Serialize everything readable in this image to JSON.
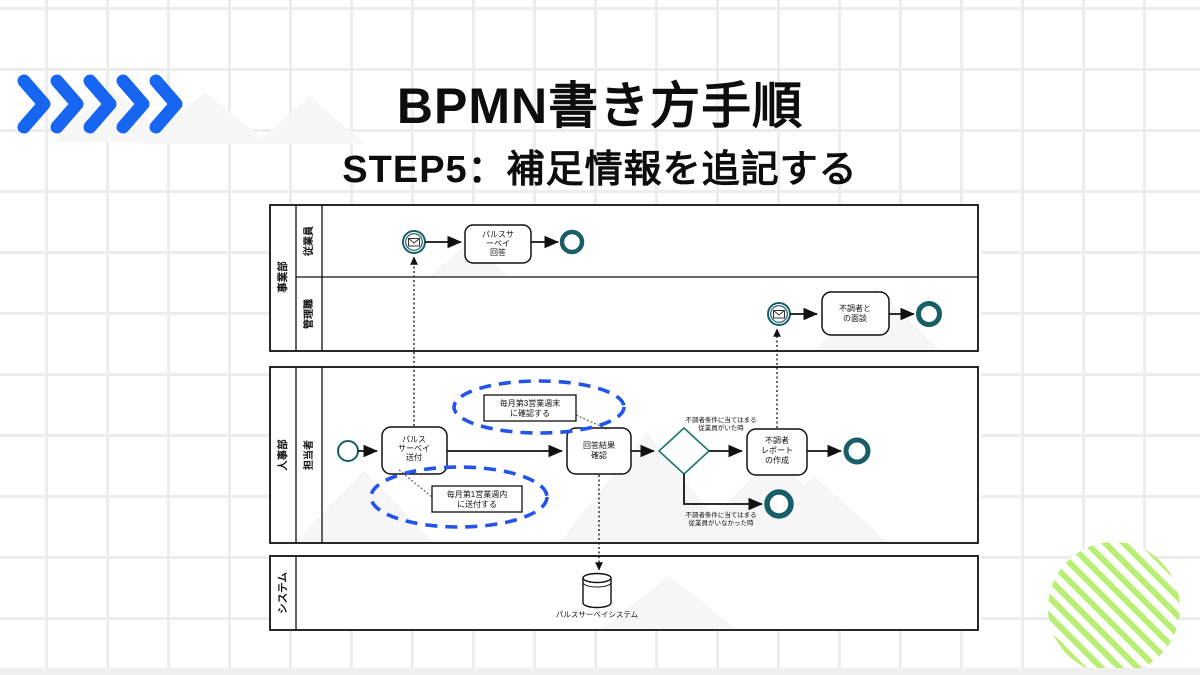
{
  "slide": {
    "title": "BPMN書き方手順",
    "subtitle": "STEP5：補足情報を追記する"
  },
  "colors": {
    "accent_blue": "#1766f2",
    "annotation_blue": "#2353ea",
    "event_teal": "#175e66",
    "gateway_teal": "#1d7570",
    "lime_green": "#b9ef75",
    "grid_line": "#ededed"
  },
  "icons": {
    "chevron": "chevron-right-icon",
    "message_event": "envelope-icon",
    "datastore": "database-cylinder-icon"
  },
  "diagram": {
    "pools": [
      {
        "label": "事業部",
        "lanes": [
          {
            "label": "従業員"
          },
          {
            "label": "管理職"
          }
        ]
      },
      {
        "label": "人事部",
        "lanes": [
          {
            "label": "担当者"
          }
        ]
      },
      {
        "label": "システム",
        "lanes": []
      }
    ],
    "nodes": {
      "task_answer": {
        "lines": [
          "パルスサ",
          "ーベイ",
          "回答"
        ]
      },
      "task_mendan": {
        "lines": [
          "不調者と",
          "の面談"
        ]
      },
      "task_sofu": {
        "lines": [
          "パルス",
          "サーベイ",
          "送付"
        ]
      },
      "task_kakunin": {
        "lines": [
          "回答結果",
          "確認"
        ]
      },
      "task_report": {
        "lines": [
          "不調者",
          "レポート",
          "の作成"
        ]
      },
      "annotation_confirm": {
        "lines": [
          "毎月第3営業週末",
          "に確認する"
        ]
      },
      "annotation_send": {
        "lines": [
          "毎月第1営業週内",
          "に送付する"
        ]
      },
      "datastore_label": "パルスサーベイシステム",
      "branch_yes": {
        "lines": [
          "不調者条件に当てはまる",
          "従業員がいた時"
        ]
      },
      "branch_no": {
        "lines": [
          "不調者条件に当てはまる",
          "従業員がいなかった時"
        ]
      }
    }
  }
}
